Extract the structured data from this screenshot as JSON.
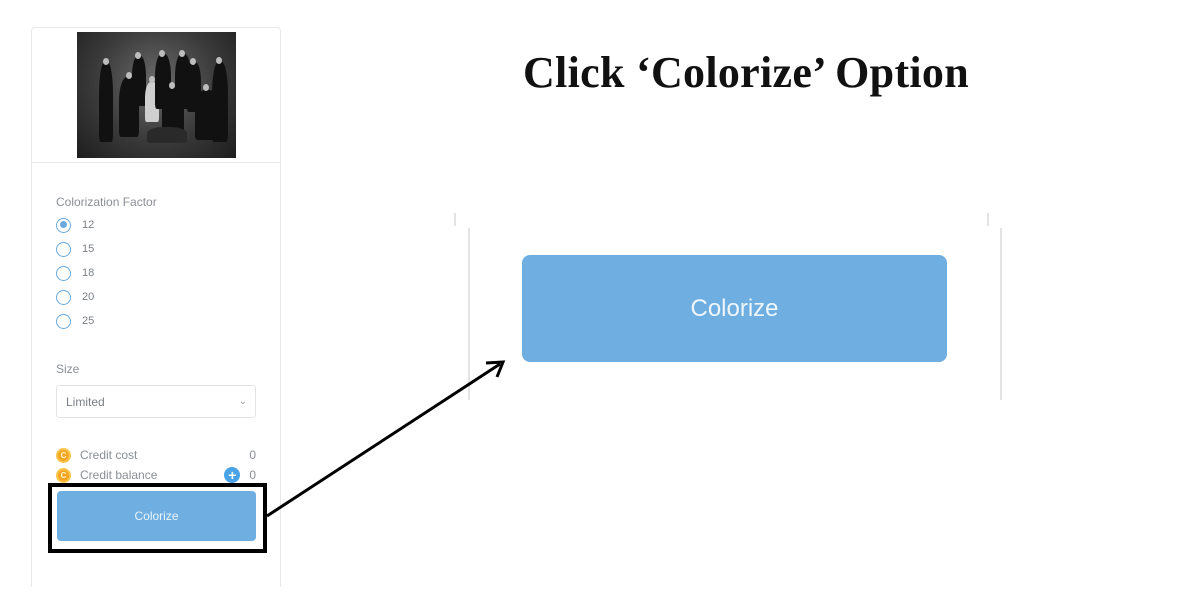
{
  "annotation": {
    "title": "Click ‘Colorize’ Option"
  },
  "panel": {
    "thumbnail_alt": "vintage black and white family photo",
    "colorization_factor": {
      "label": "Colorization Factor",
      "options": [
        "12",
        "15",
        "18",
        "20",
        "25"
      ],
      "selected": "12"
    },
    "size": {
      "label": "Size",
      "value": "Limited"
    },
    "credits": {
      "cost_label": "Credit cost",
      "cost_value": "0",
      "balance_label": "Credit balance",
      "balance_value": "0",
      "coin_glyph": "C",
      "plus_glyph": "+"
    },
    "colorize_label": "Colorize"
  },
  "zoomed": {
    "colorize_label": "Colorize"
  },
  "colors": {
    "button": "#6eaee0",
    "radio": "#6aa9e0",
    "coin": "#f6a623",
    "plus": "#4aa3e6"
  }
}
